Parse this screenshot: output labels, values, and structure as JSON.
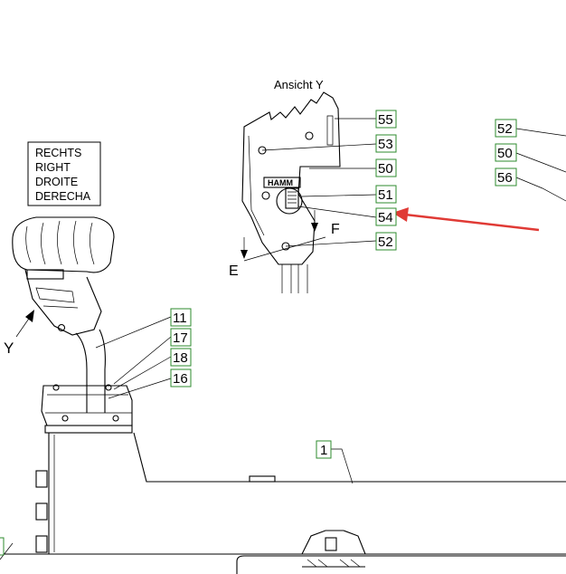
{
  "view": {
    "title": "Ansicht  Y",
    "dim_e": "E",
    "dim_f": "F",
    "view_letter": "Y",
    "brand": "HAMM"
  },
  "direction_box": {
    "lines": [
      "RECHTS",
      "RIGHT",
      "DROITE",
      "DERECHA"
    ]
  },
  "callouts": {
    "c55": "55",
    "c53": "53",
    "c50a": "50",
    "c51": "51",
    "c54": "54",
    "c52a": "52",
    "c52b": "52",
    "c50b": "50",
    "c56": "56",
    "c11": "11",
    "c17": "17",
    "c18": "18",
    "c16": "16",
    "c1": "1"
  },
  "colors": {
    "callout_border": "#2e8b2e",
    "arrow": "#e03a35"
  }
}
